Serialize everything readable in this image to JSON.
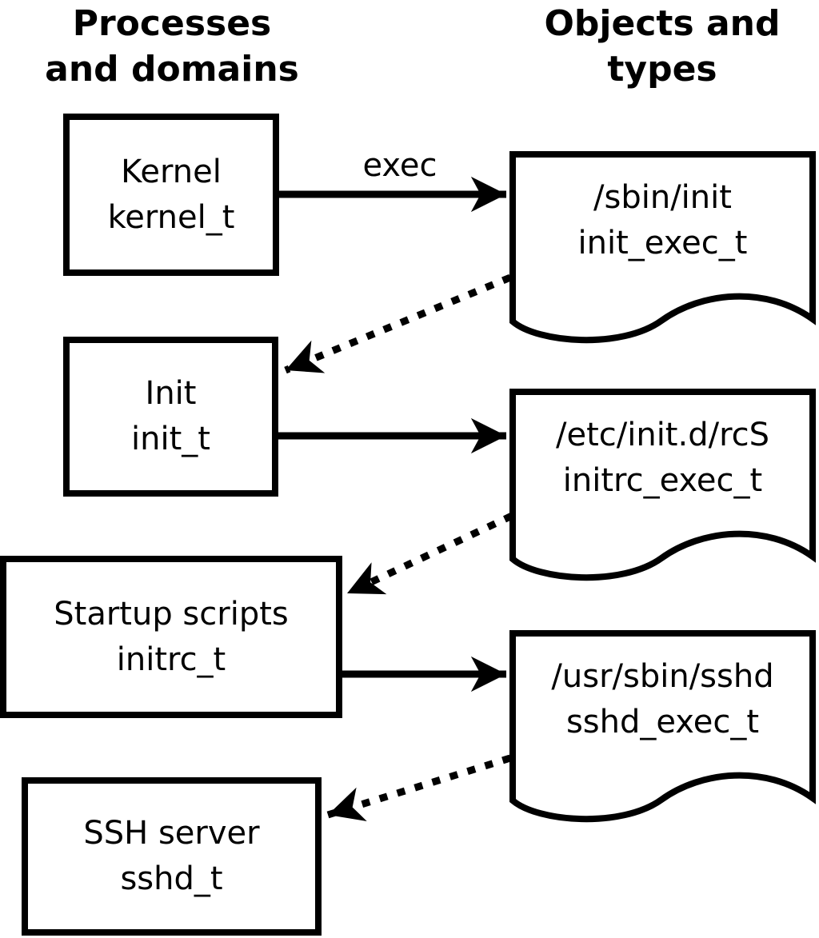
{
  "headers": {
    "left": {
      "line1": "Processes",
      "line2": "and domains"
    },
    "right": {
      "line1": "Objects and",
      "line2": "types"
    }
  },
  "processes": [
    {
      "name": "Kernel",
      "type": "kernel_t"
    },
    {
      "name": "Init",
      "type": "init_t"
    },
    {
      "name": "Startup scripts",
      "type": "initrc_t"
    },
    {
      "name": "SSH server",
      "type": "sshd_t"
    }
  ],
  "objects": [
    {
      "path": "/sbin/init",
      "type": "init_exec_t"
    },
    {
      "path": "/etc/init.d/rcS",
      "type": "initrc_exec_t"
    },
    {
      "path": "/usr/sbin/sshd",
      "type": "sshd_exec_t"
    }
  ],
  "arrows": {
    "exec_label": "exec"
  },
  "colors": {
    "ink": "#000000",
    "paper": "#ffffff"
  }
}
